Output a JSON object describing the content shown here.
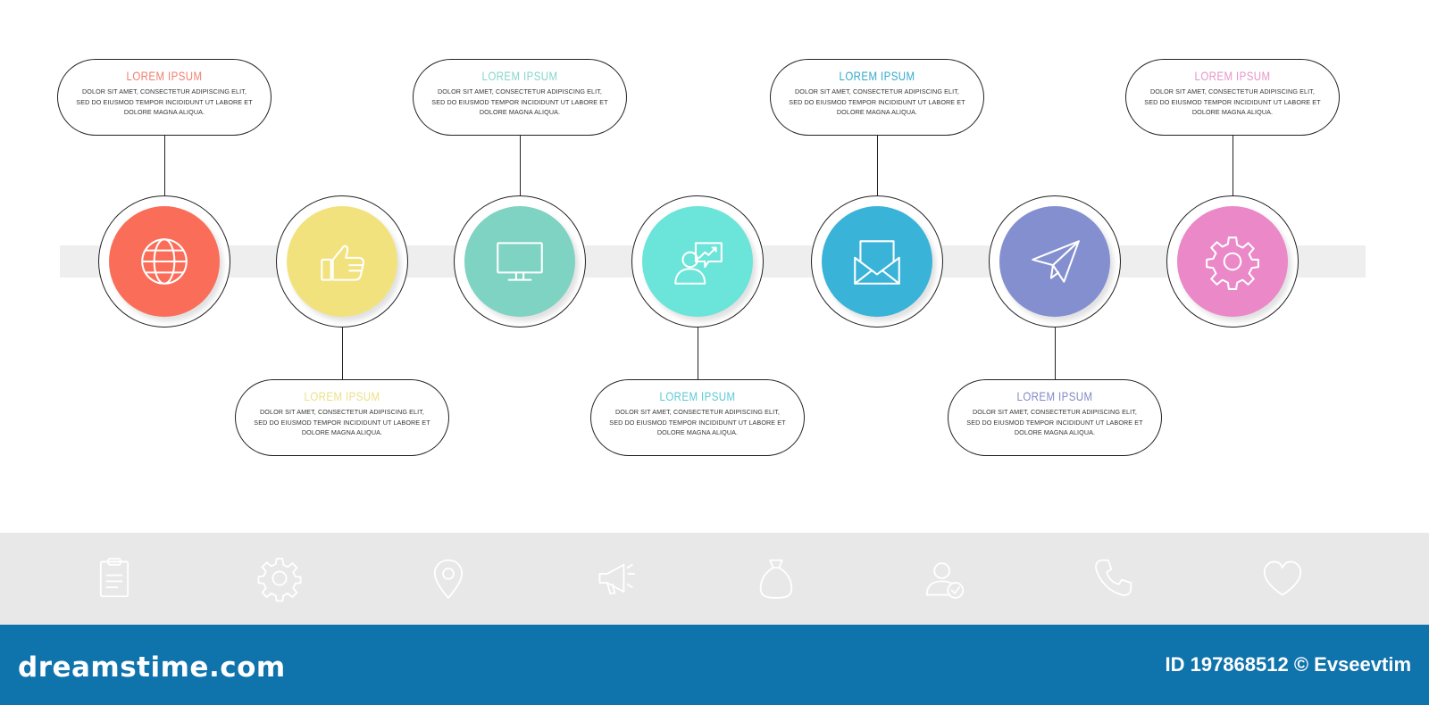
{
  "diagram": {
    "steps": [
      {
        "title": "LOREM IPSUM",
        "color": "#fa6e59",
        "title_color": "#f07f70",
        "icon": "globe-icon",
        "position": "top",
        "body": "DOLOR SIT AMET, CONSECTETUR ADIPISCING ELIT, SED DO EIUSMOD TEMPOR INCIDIDUNT UT LABORE ET DOLORE MAGNA ALIQUA."
      },
      {
        "title": "LOREM IPSUM",
        "color": "#f2e27e",
        "title_color": "#ece08a",
        "icon": "thumbs-up-icon",
        "position": "bottom",
        "body": "DOLOR SIT AMET, CONSECTETUR ADIPISCING ELIT, SED DO EIUSMOD TEMPOR INCIDIDUNT UT LABORE ET DOLORE MAGNA ALIQUA."
      },
      {
        "title": "LOREM IPSUM",
        "color": "#7fd3c3",
        "title_color": "#86d6cb",
        "icon": "monitor-icon",
        "position": "top",
        "body": "DOLOR SIT AMET, CONSECTETUR ADIPISCING ELIT, SED DO EIUSMOD TEMPOR INCIDIDUNT UT LABORE ET DOLORE MAGNA ALIQUA."
      },
      {
        "title": "LOREM IPSUM",
        "color": "#6be4d9",
        "title_color": "#5cc9d4",
        "icon": "user-growth-icon",
        "position": "bottom",
        "body": "DOLOR SIT AMET, CONSECTETUR ADIPISCING ELIT, SED DO EIUSMOD TEMPOR INCIDIDUNT UT LABORE ET DOLORE MAGNA ALIQUA."
      },
      {
        "title": "LOREM IPSUM",
        "color": "#3ab3d9",
        "title_color": "#36a9cc",
        "icon": "envelope-icon",
        "position": "top",
        "body": "DOLOR SIT AMET, CONSECTETUR ADIPISCING ELIT, SED DO EIUSMOD TEMPOR INCIDIDUNT UT LABORE ET DOLORE MAGNA ALIQUA."
      },
      {
        "title": "LOREM IPSUM",
        "color": "#848fd0",
        "title_color": "#8389c4",
        "icon": "paper-plane-icon",
        "position": "bottom",
        "body": "DOLOR SIT AMET, CONSECTETUR ADIPISCING ELIT, SED DO EIUSMOD TEMPOR INCIDIDUNT UT LABORE ET DOLORE MAGNA ALIQUA."
      },
      {
        "title": "LOREM IPSUM",
        "color": "#ea88c8",
        "title_color": "#e594c9",
        "icon": "gear-icon",
        "position": "top",
        "body": "DOLOR SIT AMET, CONSECTETUR ADIPISCING ELIT, SED DO EIUSMOD TEMPOR INCIDIDUNT UT LABORE ET DOLORE MAGNA ALIQUA."
      }
    ]
  },
  "icon_strip": {
    "background": "#e8e8e8",
    "icons": [
      "clipboard-icon",
      "gear-icon",
      "location-pin-icon",
      "megaphone-icon",
      "money-bag-icon",
      "user-check-icon",
      "phone-icon",
      "heart-icon"
    ]
  },
  "footer": {
    "background": "#0f73ac",
    "brand": "dreamstime.com",
    "photo_id": "ID 197868512 © Evseevtim"
  }
}
